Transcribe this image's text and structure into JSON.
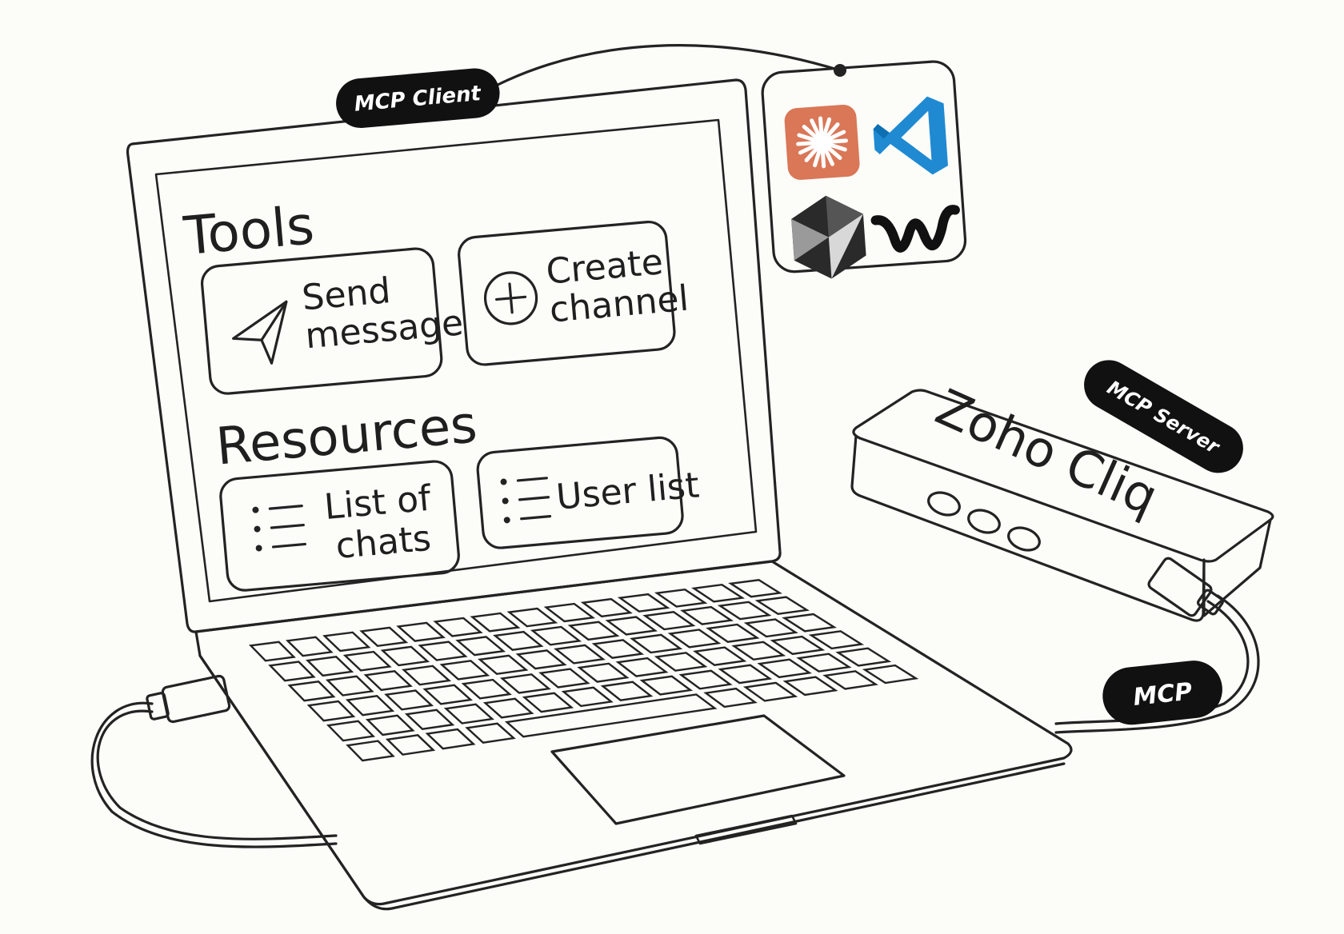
{
  "screen": {
    "tools_heading": "Tools",
    "tools": [
      {
        "line1": "Send",
        "line2": "message",
        "icon": "send-icon"
      },
      {
        "line1": "Create",
        "line2": "channel",
        "icon": "plus-circle-icon"
      }
    ],
    "resources_heading": "Resources",
    "resources": [
      {
        "line1": "List of",
        "line2": "chats",
        "icon": "list-icon"
      },
      {
        "line1": "User list",
        "line2": "",
        "icon": "list-icon"
      }
    ]
  },
  "labels": {
    "client": "MCP Client",
    "server": "MCP Server",
    "protocol": "MCP"
  },
  "server_device": {
    "name": "Zoho Cliq"
  },
  "client_apps": [
    {
      "icon": "claude-icon",
      "color": "#d97757"
    },
    {
      "icon": "vscode-icon",
      "color": "#1f8ad2"
    },
    {
      "icon": "cursor-icon",
      "color": "#2a2a2a"
    },
    {
      "icon": "windsurf-icon",
      "color": "#111111"
    }
  ]
}
